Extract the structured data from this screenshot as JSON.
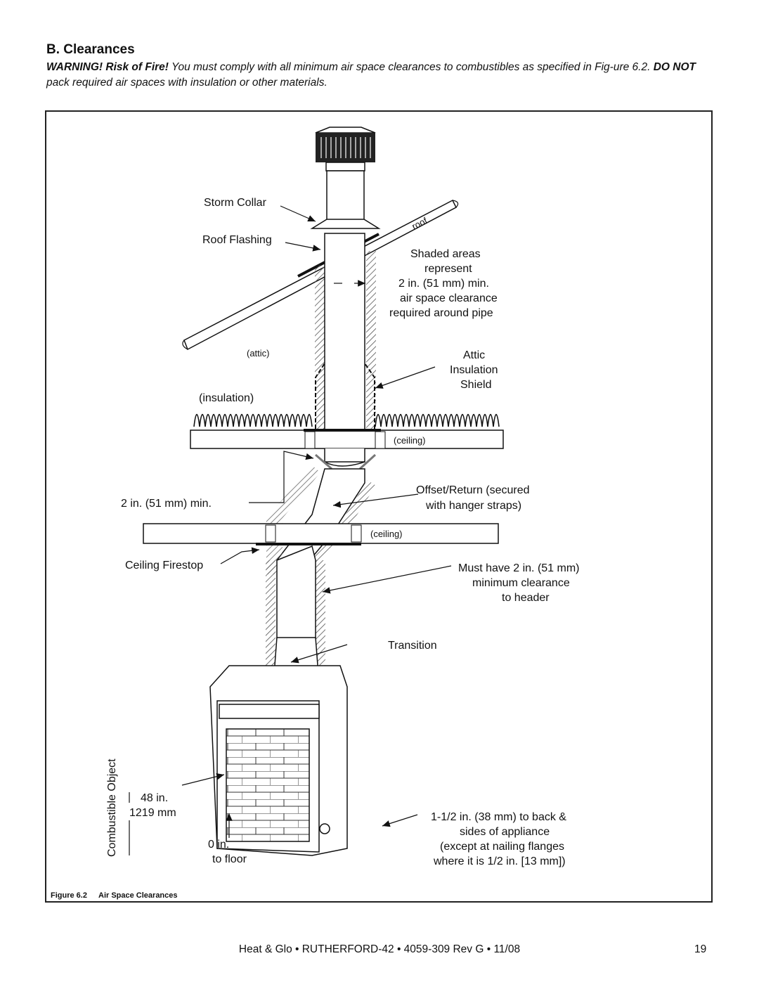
{
  "section": {
    "title": "B. Clearances"
  },
  "warning": {
    "lead": "WARNING! Risk of Fire!",
    "body": " You must comply with all minimum air space clearances to combustibles as specified in Fig-ure 6.2. ",
    "emphasis": "DO NOT",
    "tail": " pack required air spaces with insulation or other materials."
  },
  "figure": {
    "number": "Figure 6.2",
    "caption": "Air Space Clearances",
    "labels": {
      "storm_collar": "Storm Collar",
      "roof_flashing": "Roof Flashing",
      "roof": "roof",
      "attic": "(attic)",
      "insulation": "(insulation)",
      "ceiling_upper": "(ceiling)",
      "ceiling_lower": "(ceiling)",
      "shaded_1": "Shaded areas",
      "shaded_2": "represent",
      "shaded_3": "2 in. (51 mm) min.",
      "shaded_4": "air space clearance",
      "shaded_5": "required around pipe",
      "attic_shield_1": "Attic",
      "attic_shield_2": "Insulation",
      "attic_shield_3": "Shield",
      "offset_1": "Offset/Return (secured",
      "offset_2": "with hanger straps)",
      "two_in_min": "2 in. (51 mm) min.",
      "ceiling_firestop": "Ceiling Firestop",
      "header_1": "Must have 2 in. (51 mm)",
      "header_2": "minimum clearance",
      "header_3": "to header",
      "transition": "Transition",
      "combustible_object": "Combustible Object",
      "h48_in": "48 in.",
      "h48_mm": "1219 mm",
      "zero_in": "0 in.",
      "to_floor": "to floor",
      "back_1": "1-1/2 in. (38 mm) to back &",
      "back_2": "sides of appliance",
      "back_3": "(except at nailing flanges",
      "back_4": "where it is 1/2 in. [13 mm])"
    }
  },
  "footer": {
    "document": "Heat & Glo • RUTHERFORD-42 • 4059-309 Rev G • 11/08",
    "page_number": "19"
  }
}
